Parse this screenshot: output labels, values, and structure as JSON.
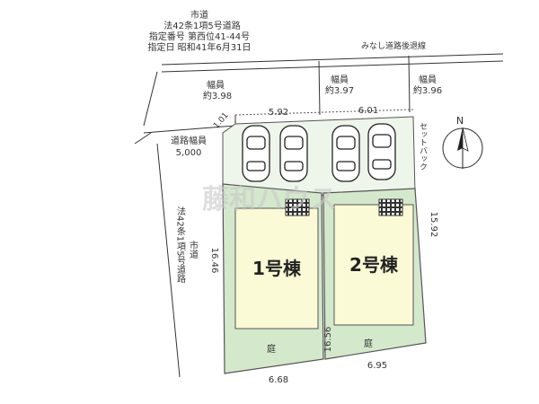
{
  "road_info": {
    "line1": "市道",
    "line2": "法42条1項5号道路",
    "line3": "指定番号 第西位41-44号",
    "line4": "指定日 昭和41年6月31日"
  },
  "setback_line_label": "みなし道路後退線",
  "road_widths": {
    "label": "幅員",
    "w1": "約3.98",
    "w2": "約3.97",
    "w3": "約3.96"
  },
  "west_road": {
    "width_label": "道路幅員",
    "width_value": "5,000",
    "vertical_text": "法42条1項5号道路",
    "city_road": "市道"
  },
  "setback_label": "セットバック",
  "north_label": "N",
  "watermark": "藤和ハウス",
  "dimensions": {
    "corner": "1.01",
    "top_left": "5.92",
    "top_right": "6.01",
    "left_side": "16.46",
    "right_side": "15.92",
    "middle": "16.56",
    "bottom_left": "6.68",
    "bottom_right": "6.95"
  },
  "lots": [
    {
      "name": "1号棟",
      "garden": "庭"
    },
    {
      "name": "2号棟",
      "garden": "庭"
    }
  ],
  "colors": {
    "lot_fill": "#d4e8cc",
    "building_fill": "#fafad6",
    "parking_fill": "#eef5ea",
    "outline": "#555555"
  }
}
